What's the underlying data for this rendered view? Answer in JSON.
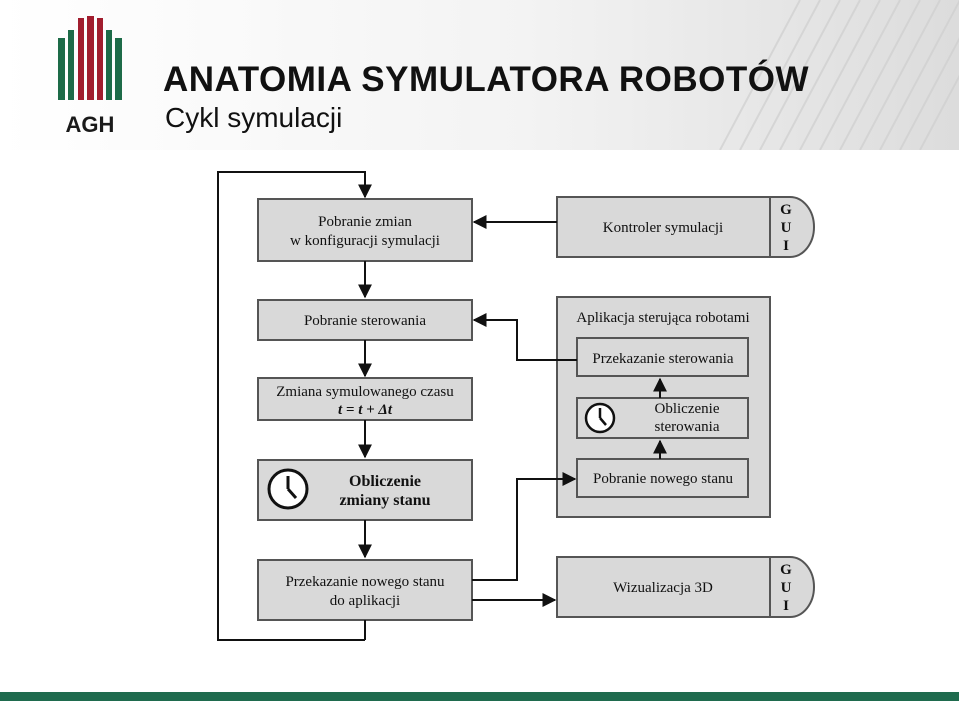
{
  "header": {
    "logo_text": "AGH",
    "title": "ANATOMIA SYMULATORA ROBOTÓW",
    "subtitle": "Cykl symulacji"
  },
  "diagram": {
    "left_column": {
      "box1": [
        "Pobranie zmian",
        "w konfiguracji symulacji"
      ],
      "box2": "Pobranie sterowania",
      "box3_line1": "Zmiana symulowanego czasu",
      "box3_line2": "t = t + Δt",
      "box4": [
        "Obliczenie",
        "zmiany stanu"
      ],
      "box5": [
        "Przekazanie nowego stanu",
        "do aplikacji"
      ]
    },
    "right_column": {
      "controller": "Kontroler symulacji",
      "app_title": "Aplikacja sterująca robotami",
      "app_send": "Przekazanie sterowania",
      "app_compute": [
        "Obliczenie",
        "sterowania"
      ],
      "app_fetch": "Pobranie nowego stanu",
      "visualization": "Wizualizacja 3D"
    },
    "gui_tab_letters": [
      "G",
      "U",
      "I"
    ]
  }
}
